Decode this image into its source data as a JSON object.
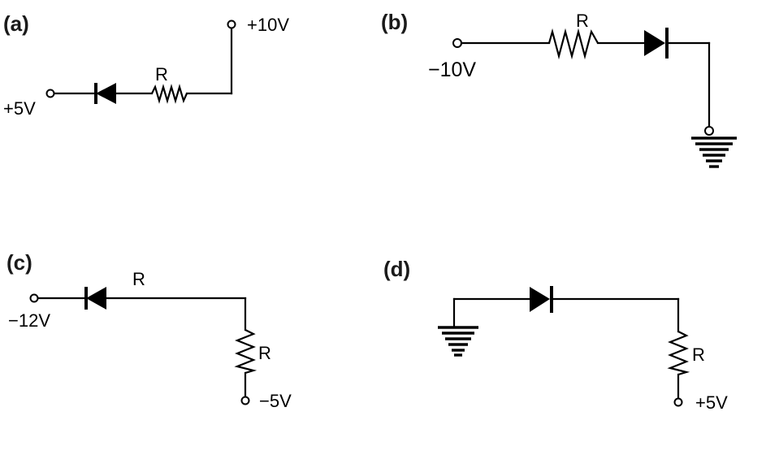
{
  "figure": {
    "panels": [
      {
        "id": "a",
        "label": "(a)",
        "terminals": [
          "+5V",
          "+10V"
        ],
        "resistor_labels": [
          "R"
        ],
        "description": "+5V terminal — diode (cathode toward +5V) — R — up to +10V terminal"
      },
      {
        "id": "b",
        "label": "(b)",
        "terminals": [
          "−10V"
        ],
        "resistor_labels": [
          "R"
        ],
        "ground": true,
        "description": "−10V terminal — R — diode (anode left) — down to ground"
      },
      {
        "id": "c",
        "label": "(c)",
        "terminals": [
          "−12V",
          "−5V"
        ],
        "resistor_labels": [
          "R",
          "R"
        ],
        "description": "−12V terminal — diode (cathode toward −12V) — wire — down through R to −5V"
      },
      {
        "id": "d",
        "label": "(d)",
        "terminals": [
          "+5V"
        ],
        "resistor_labels": [
          "R"
        ],
        "ground": true,
        "description": "Ground — diode (anode left) — wire — down through R to +5V"
      }
    ]
  }
}
